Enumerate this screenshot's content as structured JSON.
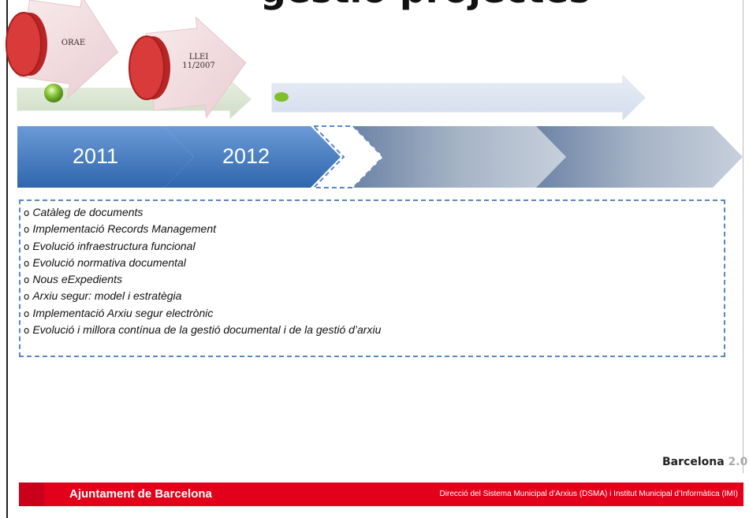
{
  "title": "gestió projectes",
  "arrows": [
    {
      "line1": "ORAE",
      "line2": ""
    },
    {
      "line1": "LLEI",
      "line2": "11/2007"
    }
  ],
  "years": [
    "2011",
    "2012"
  ],
  "items": [
    "Catàleg de documents",
    "Implementació Records Management",
    "Evolució infraestructura funcional",
    "Evolució normativa documental",
    "Nous eExpedients",
    "Arxiu segur: model i estratègia",
    "Implementació Arxiu segur electrònic",
    "Evolució i millora contínua de la gestió documental i de la gestió d’arxiu"
  ],
  "bullet_glyph": "o",
  "brand": {
    "name": "Barcelona",
    "version": "2.0"
  },
  "footer": {
    "title": "Ajuntament de Barcelona",
    "subtitle": "Direcció del Sistema Municipal d’Arxius (DSMA)  i  Institut Municipal d’Informàtica (IMI)"
  },
  "colors": {
    "chevron_blue": "#3f78bf",
    "chevron_grey": "#8d9fb6",
    "red_disc": "#d93a3a",
    "pink_arrow": "#f1dde0",
    "green_dot": "#7fbf2a",
    "footer_red": "#e3001b"
  }
}
